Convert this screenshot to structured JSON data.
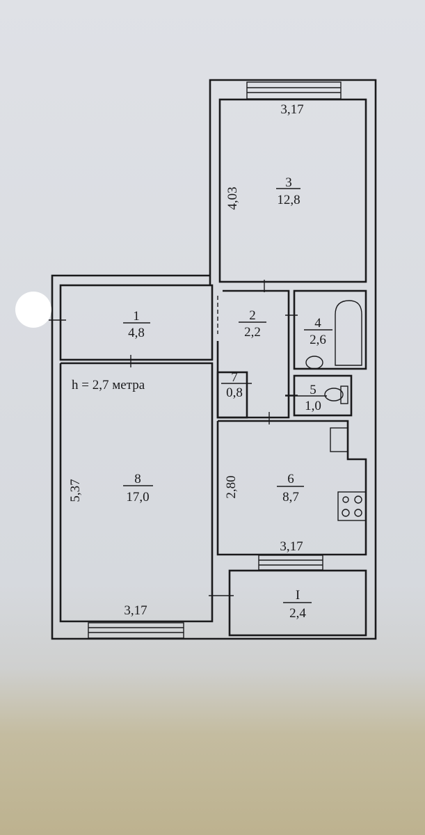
{
  "plan": {
    "ceiling_height": "h = 2,7 метра",
    "rooms": [
      {
        "number": "1",
        "area": "4,8"
      },
      {
        "number": "2",
        "area": "2,2"
      },
      {
        "number": "3",
        "area": "12,8"
      },
      {
        "number": "4",
        "area": "2,6"
      },
      {
        "number": "5",
        "area": "1,0"
      },
      {
        "number": "6",
        "area": "8,7"
      },
      {
        "number": "7",
        "area": "0,8"
      },
      {
        "number": "8",
        "area": "17,0"
      },
      {
        "number": "I",
        "area": "2,4"
      }
    ],
    "dimensions": {
      "room3_width": "3,17",
      "room3_length": "4,03",
      "room8_length": "5,37",
      "room8_width": "3,17",
      "room6_length": "2,80",
      "room6_width": "3,17"
    }
  }
}
